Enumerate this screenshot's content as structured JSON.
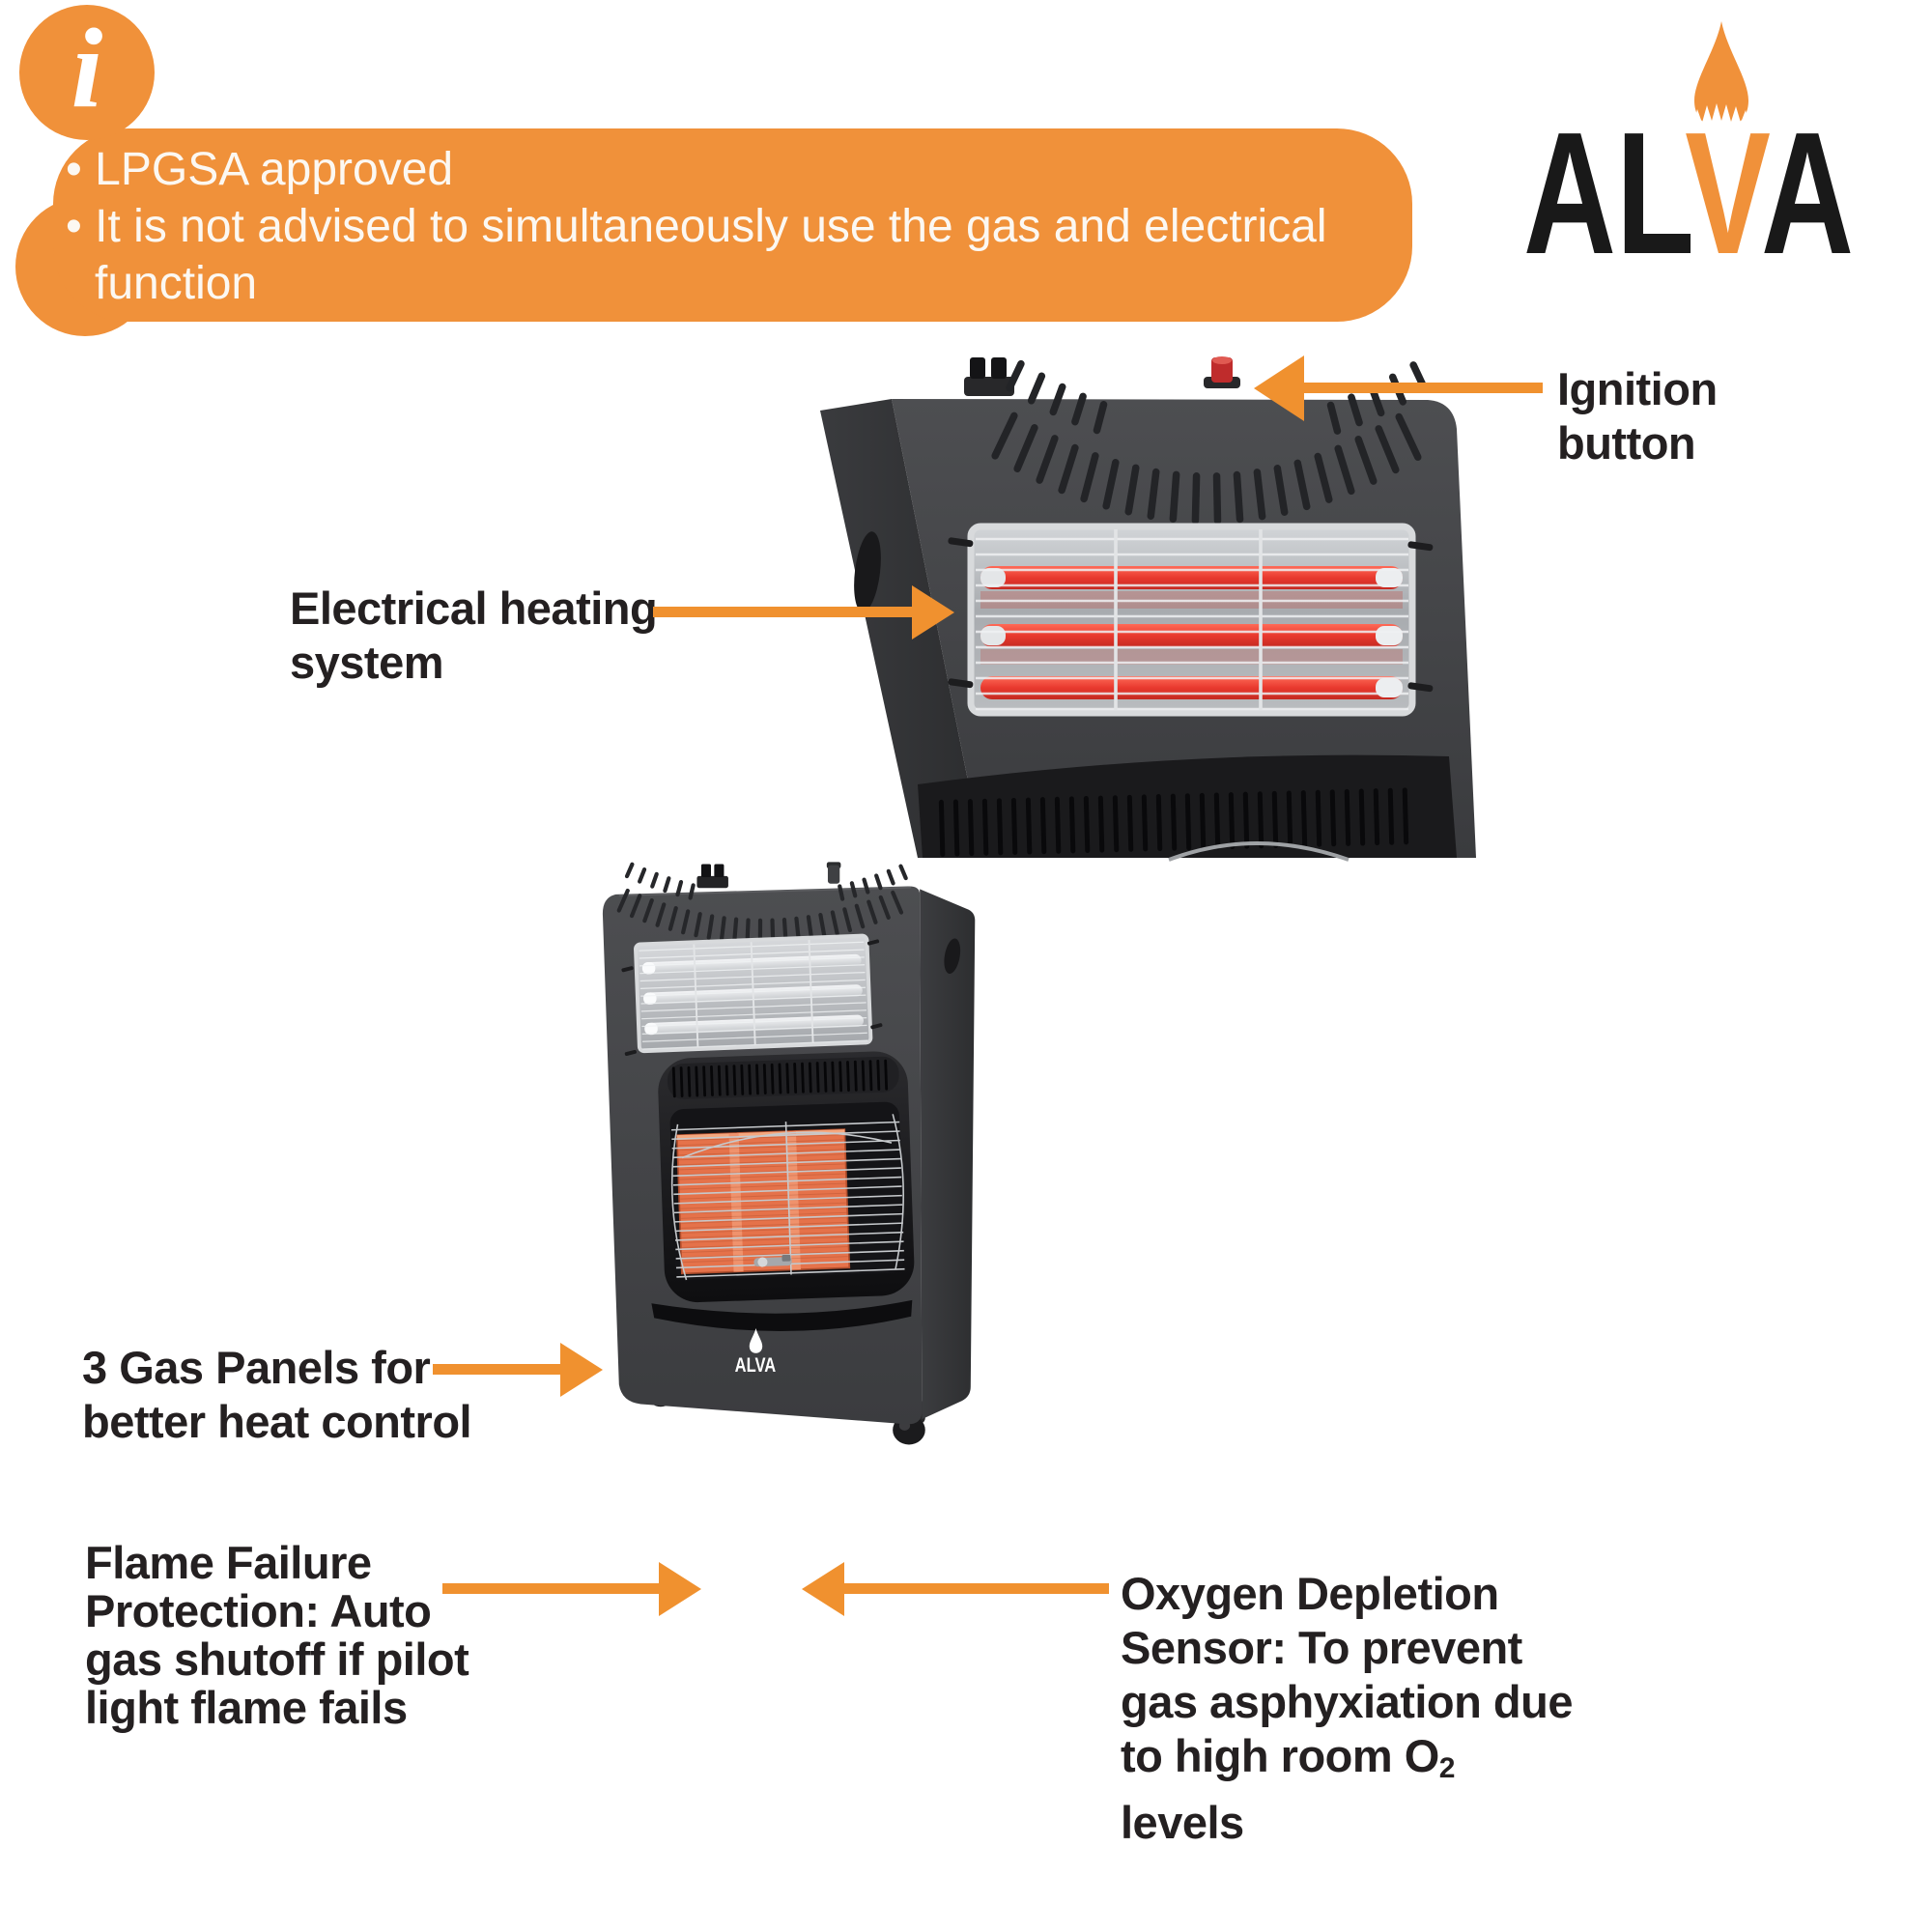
{
  "colors": {
    "accent_orange": "#F0913A",
    "arrow_orange": "#F0912F",
    "label_text": "#242021",
    "banner_text_color": "#FCF8F2",
    "heater_body_gray": "#46474A",
    "heating_element_red": "#E0392F",
    "ceramic_panel_orange": "#E5724A"
  },
  "info_banner": {
    "icon_glyph": "i",
    "bullet_char": "•",
    "items": [
      "LPGSA approved",
      "It is not advised to simultaneously use the gas and electrical function"
    ]
  },
  "brand_logo": {
    "pre": "AL",
    "accent_letter": "V",
    "post": "A"
  },
  "heater_badge": {
    "text": "ALVA"
  },
  "callouts": {
    "ignition": {
      "text": "Ignition button"
    },
    "electrical": {
      "text": "Electrical heating system"
    },
    "gas_panels": {
      "text": "3 Gas Panels for better heat control"
    },
    "flame_failure": {
      "text": "Flame Failure Protection: Auto gas shutoff if pilot light flame fails"
    },
    "oxygen": {
      "text_main": "Oxygen Depletion Sensor: To prevent gas asphyxiation due to high room O",
      "text_sub": "2",
      "text_tail": " levels"
    }
  }
}
